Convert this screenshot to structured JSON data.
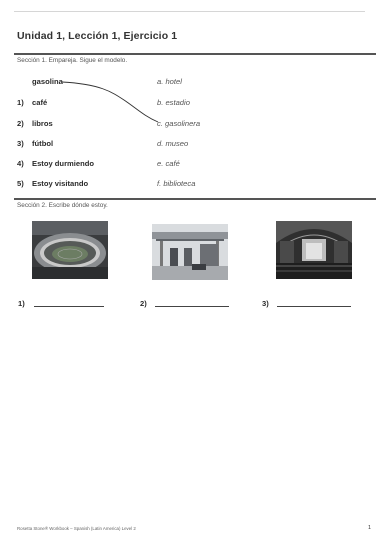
{
  "title": "Unidad 1, Lección 1, Ejercicio 1",
  "section1": {
    "label": "Sección 1. Empareja. Sigue el modelo.",
    "model": {
      "word": "gasolina",
      "option": "a. hotel"
    },
    "rows": [
      {
        "num": "1)",
        "word": "café",
        "option": "b. estadio"
      },
      {
        "num": "2)",
        "word": "libros",
        "option": "c. gasolinera"
      },
      {
        "num": "3)",
        "word": "fútbol",
        "option": "d. museo"
      },
      {
        "num": "4)",
        "word": "Estoy durmiendo",
        "option": "e. café"
      },
      {
        "num": "5)",
        "word": "Estoy visitando",
        "option": "f. biblioteca"
      }
    ]
  },
  "section2": {
    "label": "Sección 2. Escribe dónde estoy.",
    "photos": [
      "stadium-photo",
      "gas-station-photo",
      "theater-photo"
    ],
    "answers": [
      "1)",
      "2)",
      "3)"
    ]
  },
  "footer": "Rosetta Stone® Workbook – Spanish (Latin America) Level 2",
  "page_number": "1"
}
